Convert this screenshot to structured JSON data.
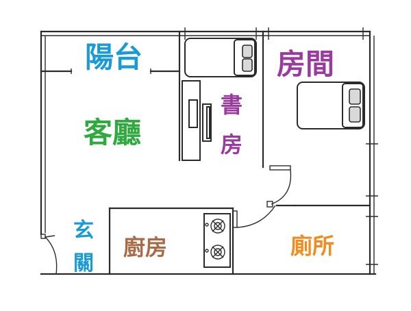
{
  "rooms": {
    "balcony": {
      "label": "陽台",
      "color": "#1a9ad6"
    },
    "living": {
      "label": "客廳",
      "color": "#2eaa3e"
    },
    "study_1": {
      "label": "書",
      "color": "#9a3a9e"
    },
    "study_2": {
      "label": "房",
      "color": "#9a3a9e"
    },
    "bedroom": {
      "label": "房間",
      "color": "#9a3a9e"
    },
    "entrance_1": {
      "label": "玄",
      "color": "#1a9ad6"
    },
    "entrance_2": {
      "label": "關",
      "color": "#1a9ad6"
    },
    "kitchen": {
      "label": "廚房",
      "color": "#a96a45"
    },
    "toilet": {
      "label": "廁所",
      "color": "#f28a1e"
    }
  }
}
